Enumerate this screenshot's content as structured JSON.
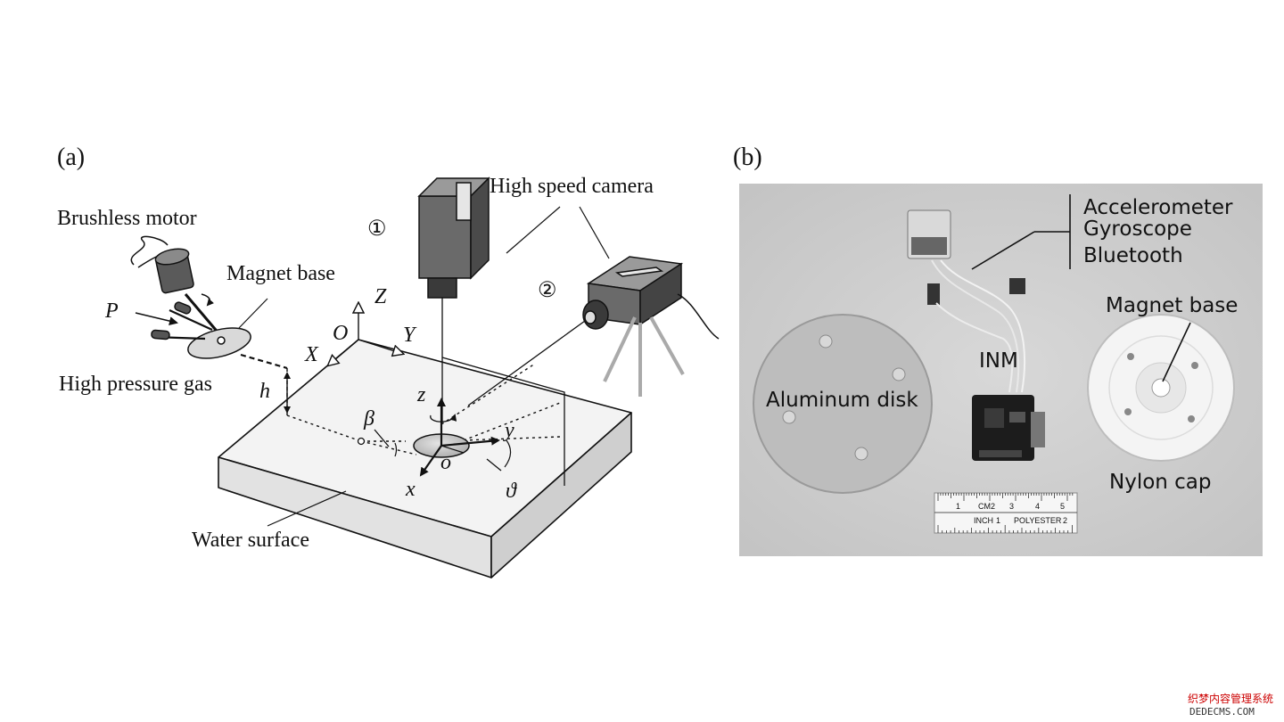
{
  "panel_a": {
    "label": "(a)",
    "brushless_motor": "Brushless motor",
    "magnet_base": "Magnet base",
    "pressure_symbol": "P",
    "high_pressure_gas": "High pressure gas",
    "height_symbol": "h",
    "water_surface": "Water surface",
    "high_speed_camera": "High speed camera",
    "camera_1": "①",
    "camera_2": "②",
    "origin_global": "O",
    "axis_X": "X",
    "axis_Y": "Y",
    "axis_Z": "Z",
    "origin_local": "o",
    "axis_x": "x",
    "axis_y": "y",
    "axis_z": "z",
    "angle_beta": "β",
    "angle_theta": "ϑ"
  },
  "panel_b": {
    "label": "(b)",
    "sensor_lines": [
      "Accelerometer",
      "Gyroscope",
      "Bluetooth"
    ],
    "magnet_base": "Magnet base",
    "aluminum_disk": "Aluminum disk",
    "inm": "INM",
    "nylon_cap": "Nylon cap",
    "ruler": {
      "cm_marks": [
        "1",
        "CM2",
        "3",
        "4",
        "5"
      ],
      "inch_label": "INCH",
      "inch_1": "1",
      "brand": "POLYESTER",
      "inch_2": "2"
    }
  },
  "watermark": {
    "line1": "织梦内容管理系统",
    "line2": "DEDECMS.COM"
  },
  "colors": {
    "photo_bg": "#cfcfcf",
    "ink": "#111111",
    "disk": "#bdbdbd",
    "water_block": "#f2f2f2"
  }
}
